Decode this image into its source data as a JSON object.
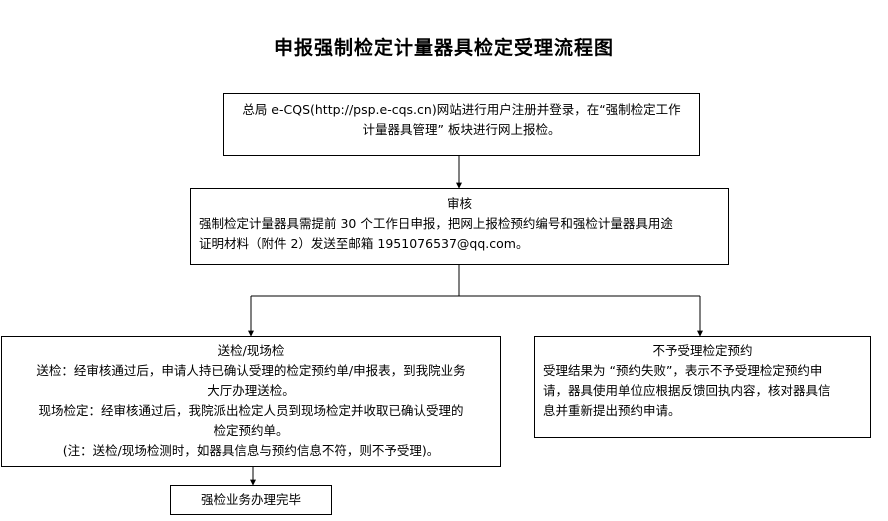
{
  "title": "申报强制检定计量器具检定受理流程图",
  "steps": {
    "register": {
      "lines": [
        "总局 e-CQS(http://psp.e-cqs.cn)网站进行用户注册并登录，在“强制检定工作",
        "计量器具管理” 板块进行网上报检。"
      ]
    },
    "review": {
      "heading": "审核",
      "lines": [
        "强制检定计量器具需提前 30 个工作日申报，把网上报检预约编号和强检计量器具用途",
        "证明材料（附件 2）发送至邮箱 1951076537@qq.com。"
      ]
    },
    "inspect": {
      "heading": "送检/现场检",
      "lines": [
        "送检：经审核通过后，申请人持已确认受理的检定预约单/申报表，到我院业务",
        "大厅办理送检。",
        "现场检定：经审核通过后，我院派出检定人员到现场检定并收取已确认受理的",
        "检定预约单。",
        "(注：送检/现场检测时，如器具信息与预约信息不符，则不予受理)。"
      ]
    },
    "reject": {
      "heading": "不予受理检定预约",
      "lines": [
        "受理结果为 “预约失败”，表示不予受理检定预约申",
        "请，器具使用单位应根据反馈回执内容，核对器具信",
        "息并重新提出预约申请。"
      ]
    },
    "complete": {
      "label": "强检业务办理完毕"
    }
  },
  "colors": {
    "line": "#000000",
    "background": "#ffffff"
  }
}
